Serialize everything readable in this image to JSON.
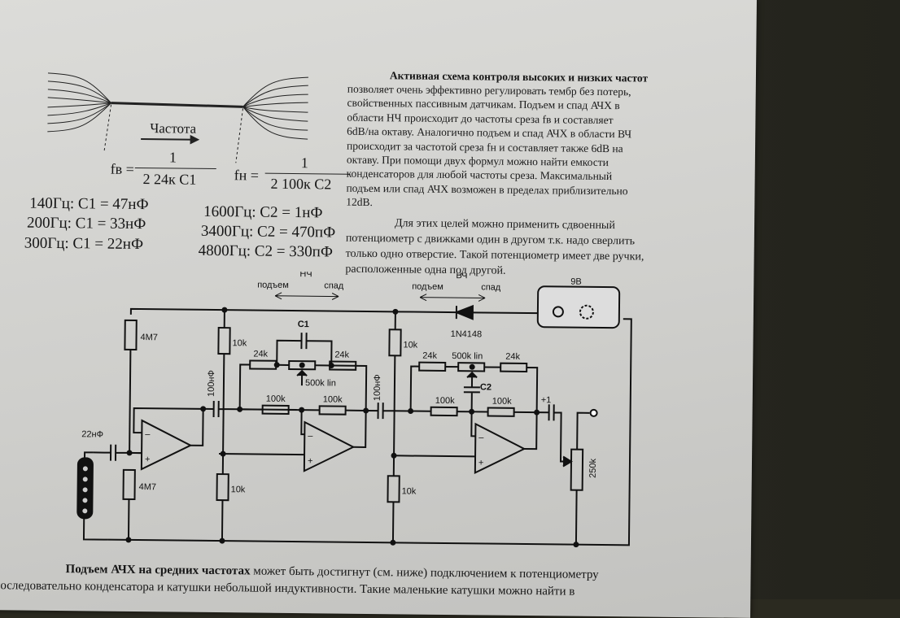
{
  "graph": {
    "freq_label": "Частота",
    "formula_b_lhs": "fв =",
    "formula_b_num": "1",
    "formula_b_den": "2 24к C1",
    "formula_n_lhs": "fн =",
    "formula_n_num": "1",
    "formula_n_den": "2 100к C2"
  },
  "values_left": [
    "140Гц: C1 = 47нФ",
    "200Гц: C1 = 33нФ",
    "300Гц: C1 = 22нФ"
  ],
  "values_right": [
    "1600Гц: C2 = 1нФ",
    "3400Гц: C2 = 470пФ",
    "4800Гц: C2 = 330пФ"
  ],
  "intro": {
    "title": "Активная схема контроля высоких и низких частот",
    "lines": [
      "позволяет очень эффективно регулировать тембр без потерь,",
      "свойственных пассивным датчикам. Подъем и спад АЧХ в",
      "области НЧ происходит до частоты среза fв и составляет",
      "6dB/на октаву. Аналогично подъем и спад АЧХ в области ВЧ",
      "происходит за частотой среза  fн и составляет также 6dB на",
      "октаву. При помощи двух формул можно найти емкости",
      "конденсаторов для любой частоты среза. Максимальный",
      "подъем или спад АЧХ возможен в пределах приблизительно",
      "12dB."
    ],
    "lines2": [
      "Для этих целей можно применить сдвоенный",
      "потенциометр с движками один в другом т.к. надо сверлить",
      "только одно отверстие. Такой потенциометр имеет две ручки,",
      "расположенные одна под другой."
    ]
  },
  "schematic": {
    "nch": "НЧ",
    "vch": "ВЧ",
    "rise": "подъем",
    "fall": "спад",
    "battery": "9В",
    "diode": "1N4148",
    "c1": "C1",
    "c2": "C2",
    "r_4m7_top": "4M7",
    "r_4m7_bot": "4M7",
    "c_22n": "22нФ",
    "c_100n_1": "100нФ",
    "c_100n_2": "100нФ",
    "r_10k_a": "10k",
    "r_10k_b": "10k",
    "r_10k_c": "10k",
    "r_10k_d": "10k",
    "r_24k_a": "24k",
    "r_24k_b": "24k",
    "r_24k_c": "24k",
    "r_24k_d": "24k",
    "pot_500k_a": "500k lin",
    "pot_500k_b": "500k lin",
    "r_100k_a": "100k",
    "r_100k_b": "100k",
    "r_100k_c": "100k",
    "r_100k_d": "100k",
    "plus1": "+1",
    "pot_250k": "250k",
    "minus": "–",
    "plus": "+"
  },
  "bottom": {
    "bold": "Подъем АЧХ на средних частотах",
    "rest1": " может быть достигнут (см. ниже) подключением к потенциометру",
    "line2": "последовательно конденсатора и катушки небольшой индуктивности. Такие маленькие катушки можно найти в"
  }
}
